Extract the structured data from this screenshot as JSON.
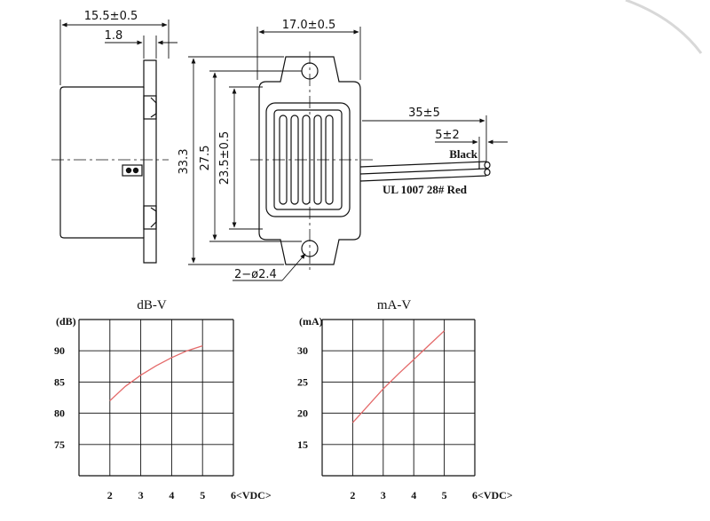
{
  "drawing": {
    "dim_width_total": "15.5±0.5",
    "dim_flange": "1.8",
    "dim_body_width": "17.0±0.5",
    "dim_height_total": "33.3",
    "dim_hole_pitch": "27.5",
    "dim_body_height": "23.5±0.5",
    "dim_lead_length": "35±5",
    "dim_strip_length": "5±2",
    "wire_black": "Black",
    "wire_spec": "UL 1007 28# Red",
    "dim_holes": "2−ø2.4"
  },
  "chart_data": [
    {
      "type": "line",
      "title": "dB-V",
      "ylabel": "(dB)",
      "xlabel": "",
      "x_unit_label": "6<VDC>",
      "xlim": [
        1,
        6
      ],
      "ylim": [
        70,
        95
      ],
      "x_ticks": [
        "2",
        "3",
        "4",
        "5"
      ],
      "y_ticks": [
        "90",
        "85",
        "80",
        "75"
      ],
      "grid": true,
      "color": "#e46a6a",
      "series": [
        {
          "x": [
            2,
            2.5,
            3,
            3.5,
            4,
            4.5,
            5
          ],
          "y": [
            82,
            84.3,
            86.1,
            87.6,
            88.9,
            90.0,
            90.8
          ]
        }
      ]
    },
    {
      "type": "line",
      "title": "mA-V",
      "ylabel": "(mA)",
      "xlabel": "",
      "x_unit_label": "6<VDC>",
      "xlim": [
        1,
        6
      ],
      "ylim": [
        10,
        35
      ],
      "x_ticks": [
        "2",
        "3",
        "4",
        "5"
      ],
      "y_ticks": [
        "30",
        "25",
        "20",
        "15"
      ],
      "grid": true,
      "color": "#e46a6a",
      "series": [
        {
          "x": [
            2,
            2.5,
            3,
            3.5,
            4,
            4.5,
            5
          ],
          "y": [
            18.5,
            21.2,
            23.9,
            26.3,
            28.6,
            30.9,
            33.2
          ]
        }
      ]
    }
  ]
}
